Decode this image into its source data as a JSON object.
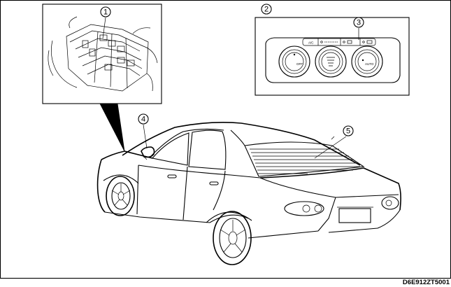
{
  "callouts": {
    "c1": "1",
    "c2": "2",
    "c3": "3",
    "c4": "4",
    "c5": "5"
  },
  "panel": {
    "ac_label": "A/C",
    "knob_left_label": "OFF",
    "knob_right_label": "AUTO"
  },
  "figure_code": "D6E912ZT5001",
  "icons": {
    "fuse_box": "fuse-block-illustration",
    "climate_panel": "climate-control-panel-illustration",
    "car": "sedan-rear-three-quarter-illustration",
    "mirror": "door-mirror",
    "rear_window": "rear-window-defroster"
  }
}
